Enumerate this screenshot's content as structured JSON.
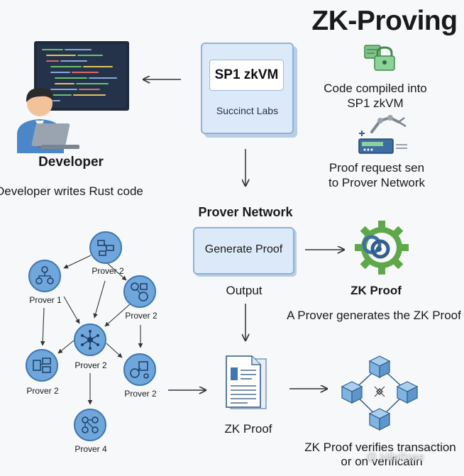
{
  "title": "ZK-Proving",
  "developer": {
    "heading": "Developer",
    "caption": "Developer writes Rust code"
  },
  "sp1_card": {
    "title": "SP1 zkVM",
    "subtitle": "Succinct Labs"
  },
  "steps": {
    "compiled": "Code compiled into SP1 zkVM",
    "request": "Proof request sen to Prover Network"
  },
  "prover_network": {
    "heading": "Prover Network",
    "box_label": "Generate Proof",
    "output_label": "Output"
  },
  "zk_proof_top": {
    "heading": "ZK Proof",
    "caption": "A Prover generates the ZK Proof"
  },
  "zk_proof_doc": {
    "label": "ZK Proof"
  },
  "verify": {
    "caption_line1": "ZK Proof verifies transaction",
    "caption_line2": "or on verificatin"
  },
  "watermark": "@ MilaRose",
  "provers": [
    {
      "label": "Prover 2"
    },
    {
      "label": "Prover 1"
    },
    {
      "label": "Prover 2"
    },
    {
      "label": "Prover 2"
    },
    {
      "label": "Prover 2"
    },
    {
      "label": "Prover 2"
    },
    {
      "label": "Prover 4"
    }
  ],
  "colors": {
    "node_fill": "#6fa6db",
    "node_stroke": "#3e77b3",
    "card_fill": "#dce9f8",
    "gear": "#5fa84a",
    "cube": "#7fb3e2"
  }
}
